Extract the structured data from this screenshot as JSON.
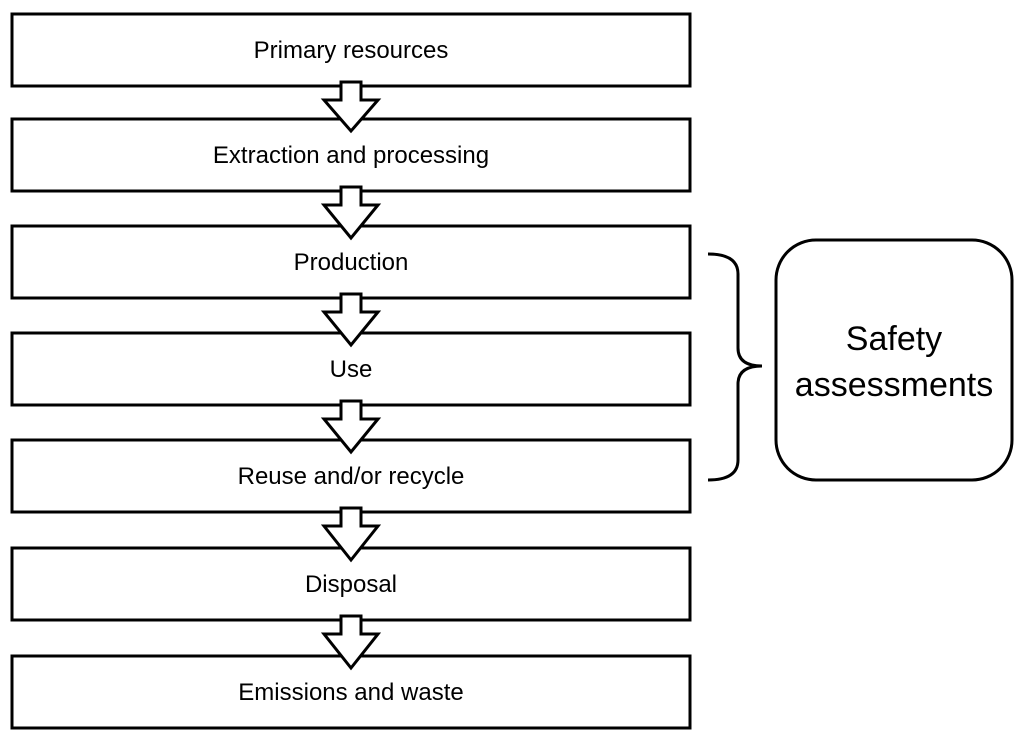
{
  "steps": [
    {
      "label": "Primary resources"
    },
    {
      "label": "Extraction and processing"
    },
    {
      "label": "Production"
    },
    {
      "label": "Use"
    },
    {
      "label": "Reuse and/or recycle"
    },
    {
      "label": "Disposal"
    },
    {
      "label": "Emissions and waste"
    }
  ],
  "side_box": {
    "line1": "Safety",
    "line2": "assessments"
  },
  "colors": {
    "stroke": "#000000",
    "fill": "#ffffff",
    "text": "#000000"
  }
}
